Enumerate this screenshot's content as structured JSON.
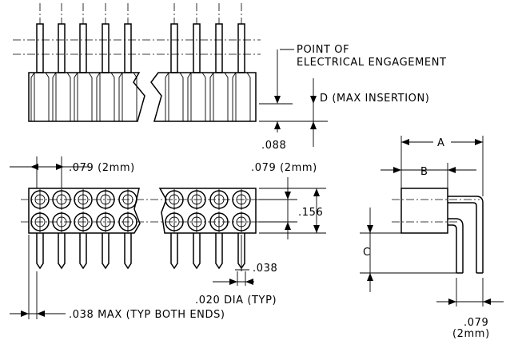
{
  "labels": {
    "point_of_line1": "POINT OF",
    "point_of_line2": "ELECTRICAL ENGAGEMENT",
    "d_max_insertion": "D (MAX INSERTION)",
    "dim_088": ".088",
    "dim_079_left": ".079 (2mm)",
    "dim_079_top": ".079 (2mm)",
    "dim_156": ".156",
    "dim_038": ".038",
    "dim_020_dia": ".020 DIA (TYP)",
    "dim_038_max": ".038 MAX (TYP BOTH ENDS)",
    "dim_a": "A",
    "dim_b": "B",
    "dim_c": "C",
    "dim_079_side_line1": ".079",
    "dim_079_side_line2": "(2mm)"
  }
}
